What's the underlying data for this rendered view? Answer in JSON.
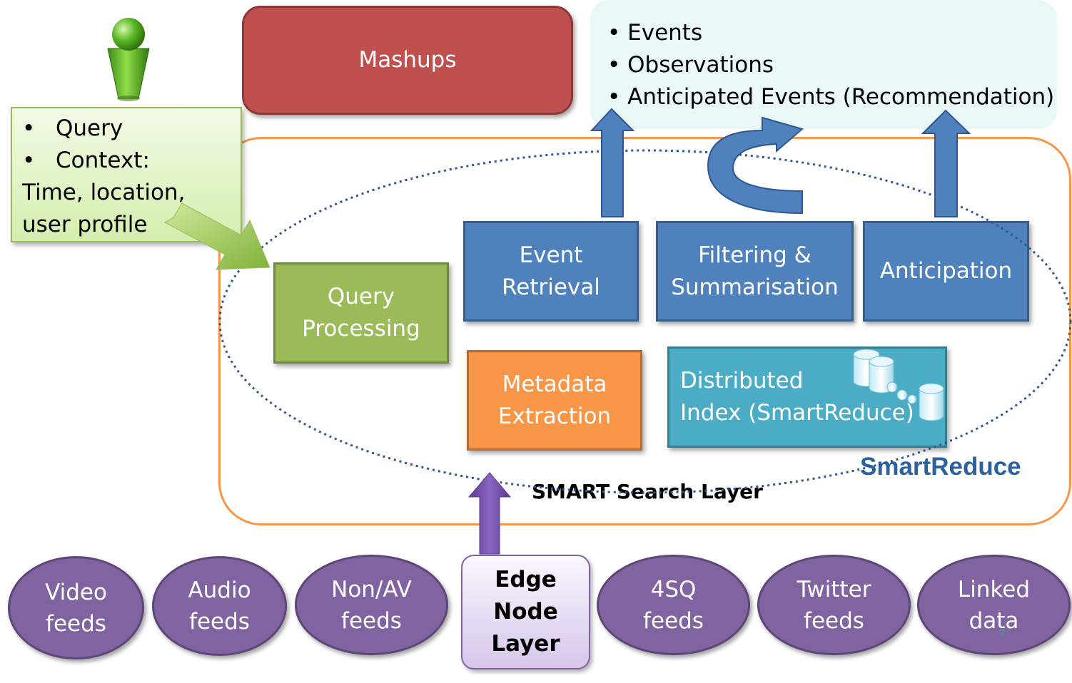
{
  "mashups_label": "Mashups",
  "results_list": [
    "Events",
    "Observations",
    "Anticipated Events (Recommendation)"
  ],
  "user_note": {
    "bullets": [
      "Query",
      "Context:"
    ],
    "lines": [
      "Time, location,",
      "user profile"
    ]
  },
  "modules": {
    "query_processing": [
      "Query",
      "Processing"
    ],
    "event_retrieval": [
      "Event",
      "Retrieval"
    ],
    "filtering": [
      "Filtering &",
      "Summarisation"
    ],
    "anticipation": [
      "Anticipation"
    ],
    "metadata_extraction": [
      "Metadata",
      "Extraction"
    ],
    "distributed_index": [
      "Distributed",
      "Index (SmartReduce)"
    ]
  },
  "smartreduce_label": "SmartReduce",
  "search_layer_label": "SMART Search Layer",
  "edge_node_layer": [
    "Edge",
    "Node",
    "Layer"
  ],
  "feeds": [
    [
      "Video",
      "feeds"
    ],
    [
      "Audio",
      "feeds"
    ],
    [
      "Non/AV",
      "feeds"
    ],
    [
      "4SQ",
      "feeds"
    ],
    [
      "Twitter",
      "feeds"
    ],
    [
      "Linked",
      "data"
    ]
  ],
  "slide_number": "7",
  "colors": {
    "mashups": "#c0504d",
    "query_processing": "#9bbb59",
    "modules_blue": "#4f81bd",
    "metadata": "#f79646",
    "distributed_index": "#4bacc6",
    "feeds": "#8064a2",
    "outer_border": "#f79646"
  }
}
